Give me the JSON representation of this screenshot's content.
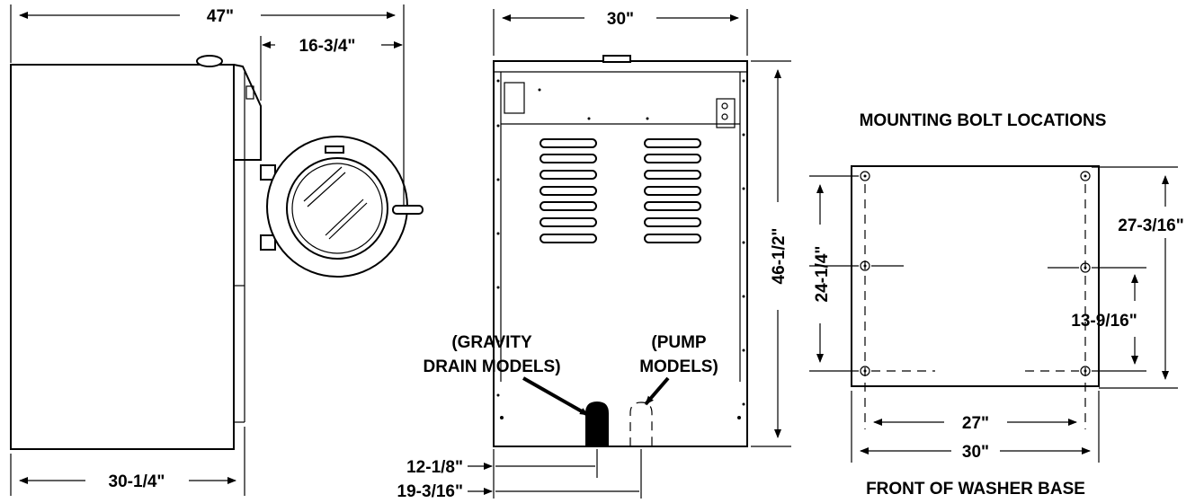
{
  "side_view": {
    "overall_depth": "47\"",
    "door_depth": "16-3/4\"",
    "cabinet_depth": "30-1/4\""
  },
  "rear_view": {
    "width": "30\"",
    "height": "46-1/2\"",
    "gravity_label_line1": "(GRAVITY",
    "gravity_label_line2": "DRAIN MODELS)",
    "pump_label_line1": "(PUMP",
    "pump_label_line2": "MODELS)",
    "gravity_offset": "12-1/8\"",
    "pump_offset": "19-3/16\""
  },
  "base_view": {
    "title": "MOUNTING BOLT LOCATIONS",
    "left_span": "24-1/4\"",
    "right_span": "27-3/16\"",
    "mid_span": "13-9/16\"",
    "bolt_width": "27\"",
    "base_width": "30\"",
    "caption": "FRONT OF WASHER BASE"
  }
}
